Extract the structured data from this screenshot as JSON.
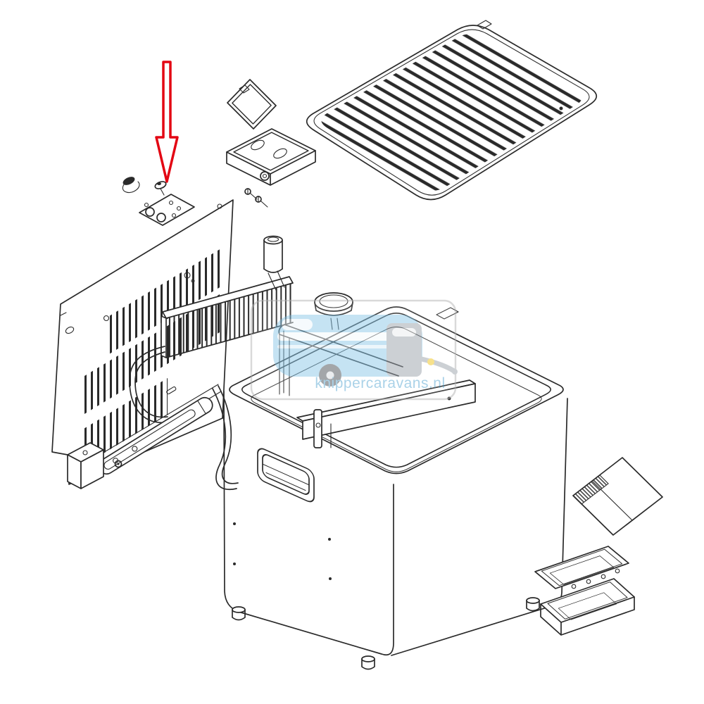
{
  "diagram": {
    "type": "exploded-parts-diagram",
    "line_color": "#2a2a2a",
    "highlight": {
      "arrow_color": "#e30613"
    },
    "watermark": {
      "text": "knippercaravans.nl",
      "text_color": "#58a7d2",
      "border_color": "#b5b5b5",
      "body_color": "#8cc8e8",
      "accent_gray": "#9aa3ab",
      "wheel_color": "#4a4f55",
      "marker_yellow": "#f0c419"
    },
    "parts": [
      "top-grill",
      "small-lid",
      "burner-tray",
      "ignition-board",
      "igniter-electrode",
      "thermocouple",
      "fixing-screws",
      "rear-vent-panel",
      "condenser-fins",
      "flue-tube",
      "boiler-cap",
      "cooling-pipe",
      "burner-assembly",
      "pipe-loop",
      "cooler-body",
      "carry-handle",
      "interior-evaporator",
      "feet",
      "wiring-card",
      "drip-tray-upper",
      "drip-tray-lower"
    ]
  }
}
